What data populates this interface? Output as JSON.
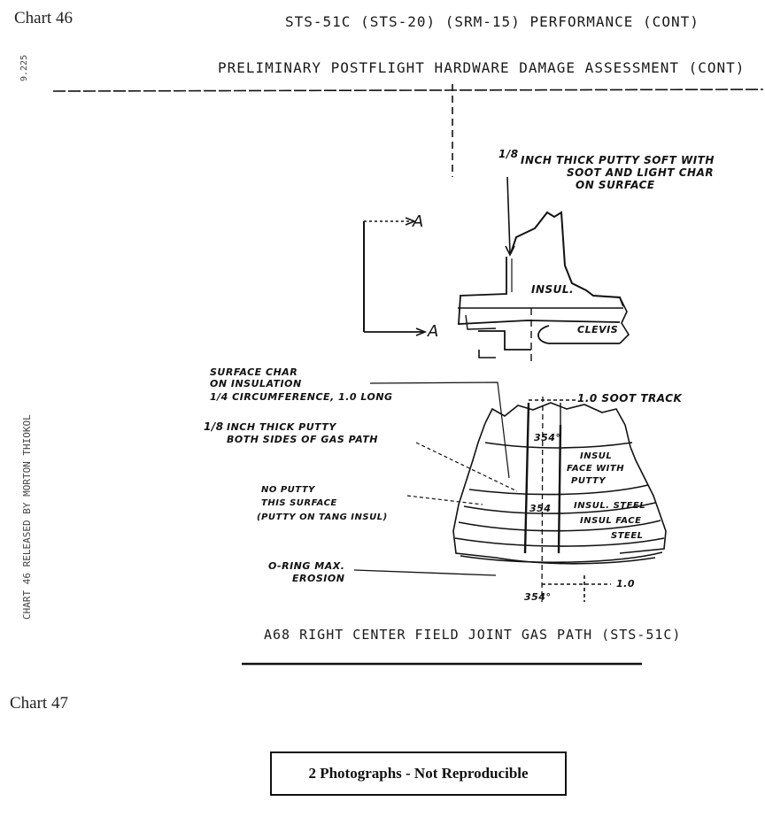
{
  "chart46": {
    "label": "Chart 46",
    "title": "STS-51C (STS-20) (SRM-15) PERFORMANCE (CONT)",
    "subtitle": "PRELIMINARY POSTFLIGHT HARDWARE DAMAGE ASSESSMENT (CONT)",
    "side_top": "9.225",
    "side_left": "CHART 46 RELEASED BY MORTON THIOKOL",
    "annotations": {
      "putty_fraction": "1/8",
      "putty_top_line1": "INCH THICK PUTTY SOFT WITH",
      "putty_top_line2": "SOOT AND LIGHT CHAR",
      "putty_top_line3": "ON SURFACE",
      "section_a_top": "A",
      "section_a_bottom": "A",
      "insul": "INSUL.",
      "clevis": "CLEVIS",
      "surface_char_line1": "SURFACE CHAR",
      "surface_char_line2": "ON INSULATION",
      "surface_char_line3": "1/4 CIRCUMFERENCE, 1.0 LONG",
      "putty_both_fraction": "1/8",
      "putty_both_line1": "INCH THICK PUTTY",
      "putty_both_line2": "BOTH SIDES OF GAS PATH",
      "no_putty_line1": "NO PUTTY",
      "no_putty_line2": "THIS SURFACE",
      "no_putty_line3": "(PUTTY ON TANG INSUL)",
      "soot_track": "1.0 SOOT TRACK",
      "angle_top": "354°",
      "insul_face_line1": "INSUL",
      "insul_face_line2": "FACE WITH",
      "insul_face_line3": "PUTTY",
      "angle_mid": "354",
      "insul_steel": "INSUL. STEEL",
      "insul_face": "INSUL FACE",
      "steel": "STEEL",
      "oring_line1": "O-RING MAX.",
      "oring_line2": "EROSION",
      "dim_bottom": "1.0",
      "angle_bottom": "354°"
    },
    "caption": "A68 RIGHT CENTER FIELD JOINT GAS PATH (STS-51C)"
  },
  "chart47": {
    "label": "Chart 47",
    "box_text": "2 Photographs - Not Reproducible"
  }
}
